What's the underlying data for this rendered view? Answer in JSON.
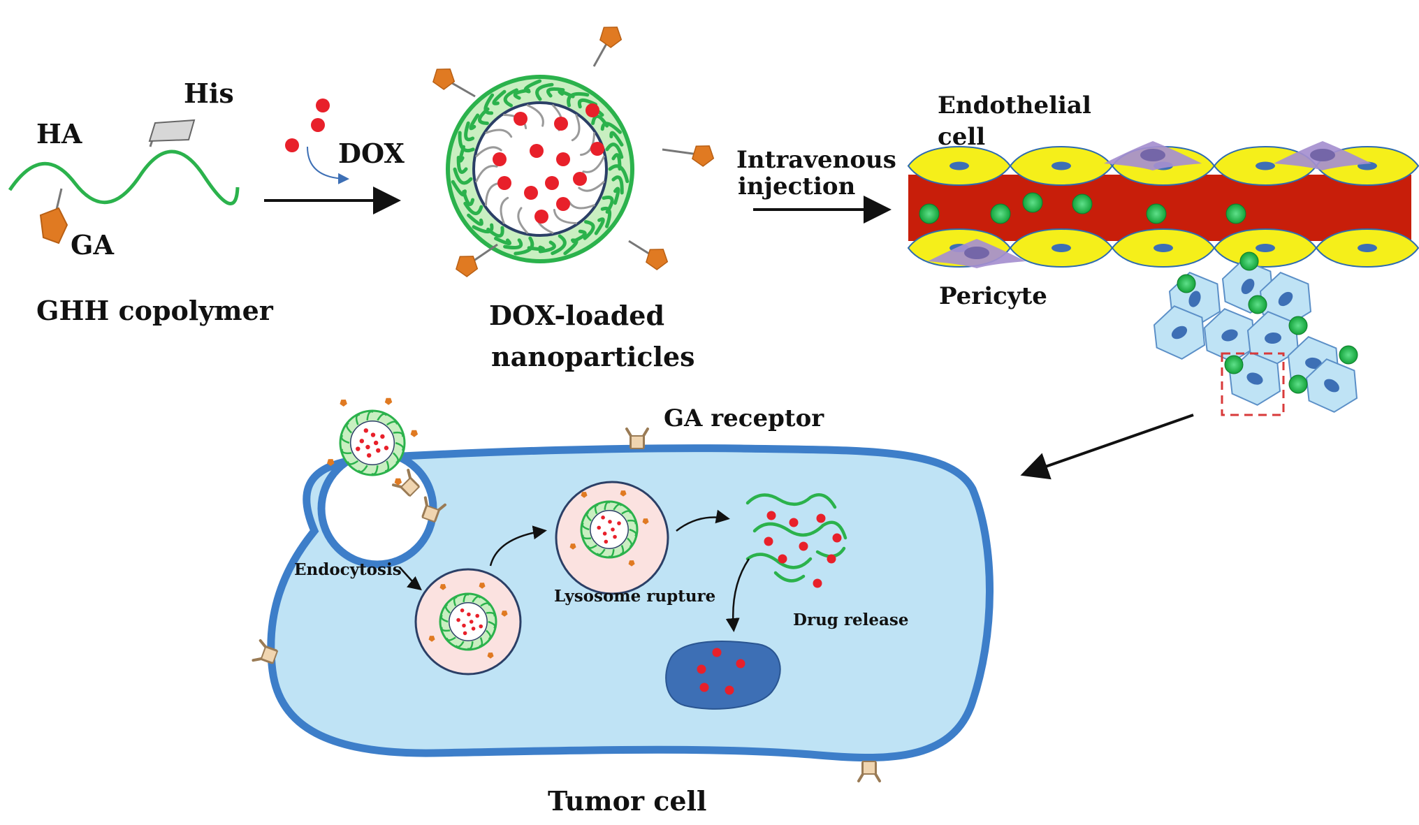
{
  "labels": {
    "his": "His",
    "ha": "HA",
    "ga": "GA",
    "ghh_copolymer": "GHH copolymer",
    "dox": "DOX",
    "dox_loaded_line1": "DOX-loaded",
    "dox_loaded_line2": "nanoparticles",
    "intravenous_line1": "Intravenous",
    "intravenous_line2": "injection",
    "endothelial_line1": "Endothelial",
    "endothelial_line2": "cell",
    "pericyte": "Pericyte",
    "ga_receptor": "GA receptor",
    "endocytosis": "Endocytosis",
    "lysosome_rupture": "Lysosome rupture",
    "drug_release": "Drug release",
    "tumor_cell": "Tumor cell"
  },
  "colors": {
    "polymer_green": "#2bb24c",
    "dox_red": "#e8202a",
    "ga_orange": "#e07a22",
    "vessel_red": "#c81e0a",
    "endothelial_yellow": "#f5ef1a",
    "pericyte_purple": "#a58fcf",
    "cell_blue": "#bfe3f5",
    "membrane_blue": "#3d7ec9",
    "nucleus_blue": "#3d6fb5",
    "lysosome_pink": "#fbe2e0"
  }
}
